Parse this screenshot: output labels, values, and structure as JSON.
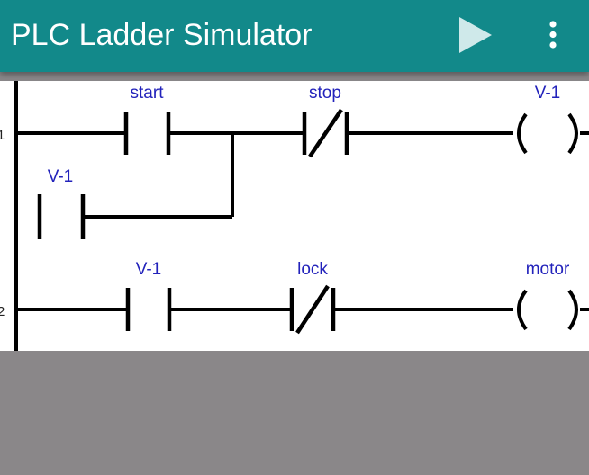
{
  "app": {
    "title": "PLC Ladder Simulator",
    "run_icon": "play-icon",
    "menu_icon": "more-vert-icon"
  },
  "colors": {
    "app_bar": "#12898a",
    "label_text": "#2222bb",
    "background_gray": "#8a8789"
  },
  "rungs": [
    {
      "number": "1",
      "contacts": [
        {
          "type": "normally-open",
          "label": "start"
        },
        {
          "type": "normally-closed",
          "label": "stop"
        }
      ],
      "branch": {
        "type": "normally-open",
        "label": "V-1"
      },
      "coil": {
        "label": "V-1"
      }
    },
    {
      "number": "2",
      "contacts": [
        {
          "type": "normally-open",
          "label": "V-1"
        },
        {
          "type": "normally-closed",
          "label": "lock"
        }
      ],
      "coil": {
        "label": "motor"
      }
    }
  ]
}
